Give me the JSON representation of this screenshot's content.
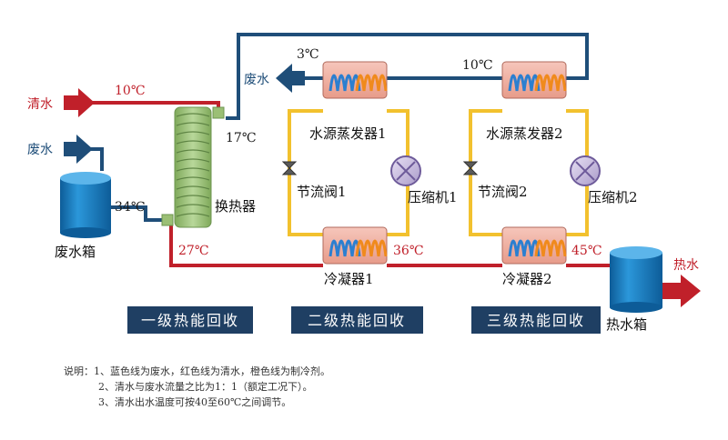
{
  "colors": {
    "waste_water": "#1f4e79",
    "clean_water": "#c0202a",
    "refrigerant": "#f2c12e",
    "band": "#1f3f63",
    "tank": "#1e7fc4",
    "exchanger": "#9bbf75"
  },
  "icons": [
    "right-arrow-icon",
    "left-arrow-icon",
    "coil-icon",
    "valve-icon",
    "compressor-icon",
    "tank-icon"
  ],
  "inlets": {
    "clean_water": "清水",
    "waste_water_in": "废水",
    "waste_water_out": "废水",
    "hot_water_out": "热水"
  },
  "temperatures": {
    "clean_in": "10℃",
    "waste_out": "3℃",
    "waste_mid_2": "10℃",
    "waste_after_exchanger": "17℃",
    "tank_out": "34℃",
    "clean_after_exchanger": "27℃",
    "after_condenser_1": "36℃",
    "after_condenser_2": "45℃"
  },
  "components": {
    "waste_tank": "废水箱",
    "hot_tank": "热水箱",
    "exchanger": "换热器",
    "evaporator_1": "水源蒸发器1",
    "evaporator_2": "水源蒸发器2",
    "valve_1": "节流阀1",
    "valve_2": "节流阀2",
    "compressor_1": "压缩机1",
    "compressor_2": "压缩机2",
    "condenser_1": "冷凝器1",
    "condenser_2": "冷凝器2"
  },
  "stages": [
    "一级热能回收",
    "二级热能回收",
    "三级热能回收"
  ],
  "notes": {
    "line1": "说明：1、蓝色线为废水，红色线为清水，橙色线为制冷剂。",
    "line2": "2、清水与废水流量之比为1：1（额定工况下）。",
    "line3": "3、清水出水温度可按40至60℃之间调节。"
  }
}
